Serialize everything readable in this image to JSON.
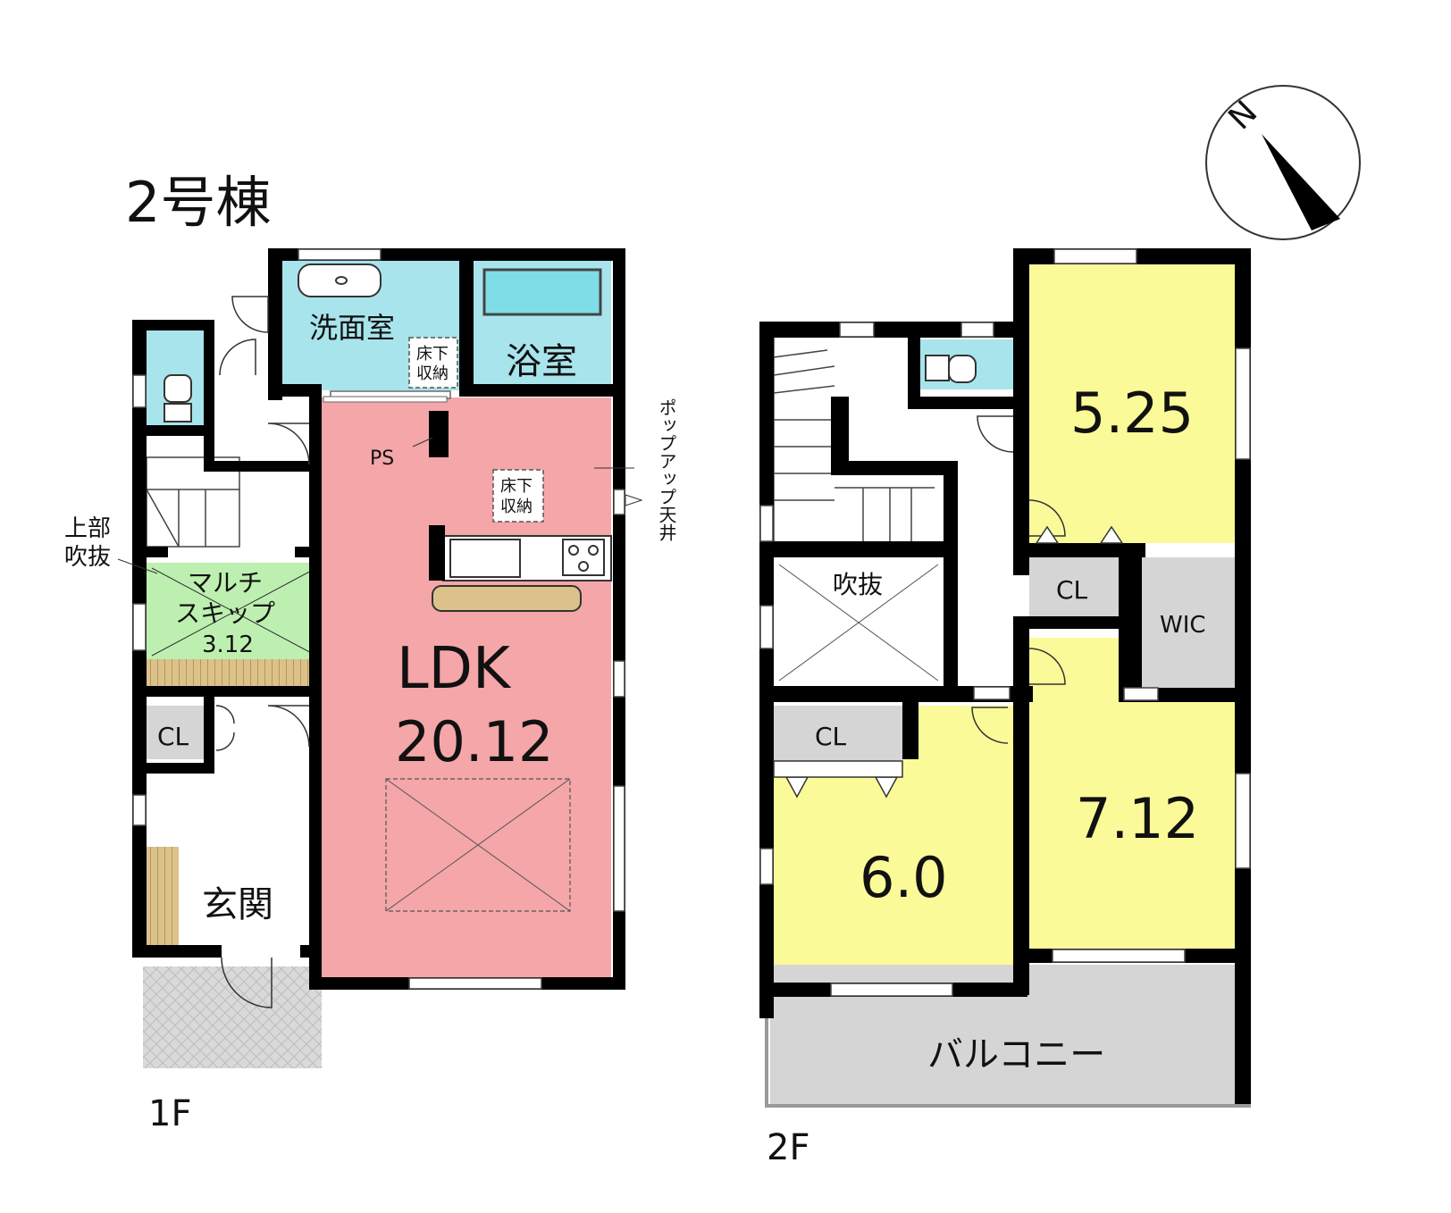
{
  "building": {
    "title": "2号棟"
  },
  "compass": {
    "north_label": "N"
  },
  "floor1": {
    "label": "1F",
    "rooms": {
      "washroom": "洗面室",
      "bathroom": "浴室",
      "ldk_name": "LDK",
      "ldk_size": "20.12",
      "multi_line1": "マルチ",
      "multi_line2": "スキップ",
      "multi_size": "3.12",
      "closet": "CL",
      "entrance": "玄関"
    },
    "notes": {
      "ps": "PS",
      "underfloor_1_line1": "床下",
      "underfloor_1_line2": "収納",
      "underfloor_2_line1": "床下",
      "underfloor_2_line2": "収納",
      "popup_ceiling": "ポップアップ天井",
      "upper_void_line1": "上部",
      "upper_void_line2": "吹抜"
    }
  },
  "floor2": {
    "label": "2F",
    "rooms": {
      "bedroom_a": "5.25",
      "bedroom_b": "7.12",
      "bedroom_c": "6.0",
      "void": "吹抜",
      "closet_a": "CL",
      "closet_b": "CL",
      "wic": "WIC",
      "balcony": "バルコニー"
    }
  },
  "colors": {
    "ldk": "#f4a6a8",
    "wet_area": "#a8e4ec",
    "multi_skip": "#bdf0b0",
    "bedroom": "#fbfa99",
    "storage": "#d5d5d5",
    "wood": "#dcc28a",
    "wall": "#000000"
  }
}
